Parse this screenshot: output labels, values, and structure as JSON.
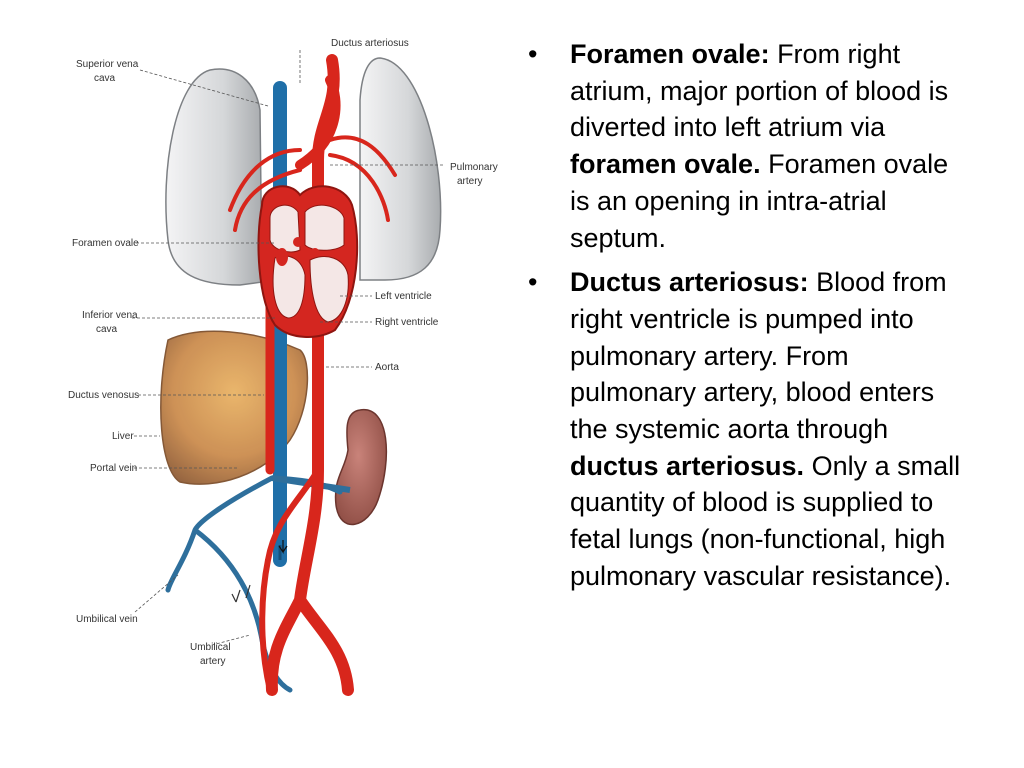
{
  "figure": {
    "labels": {
      "ductus_arteriosus": "Ductus arteriosus",
      "superior_vena_cava_1": "Superior vena",
      "superior_vena_cava_2": "cava",
      "pulmonary_artery_1": "Pulmonary",
      "pulmonary_artery_2": "artery",
      "foramen_ovale": "Foramen ovale",
      "left_ventricle": "Left ventricle",
      "right_ventricle": "Right ventricle",
      "inferior_vena_cava_1": "Inferior vena",
      "inferior_vena_cava_2": "cava",
      "aorta": "Aorta",
      "ductus_venosus": "Ductus venosus",
      "liver": "Liver",
      "portal_vein": "Portal vein",
      "umbilical_vein": "Umbilical vein",
      "umbilical_artery_1": "Umbilical",
      "umbilical_artery_2": "artery"
    },
    "colors": {
      "artery": "#d8261c",
      "vein": "#1f6fa8",
      "lung": "#d4d6d8",
      "liver": "#c97a3a",
      "kidney": "#a65a4c"
    }
  },
  "bullets": [
    {
      "term": "Foramen ovale:",
      "text1": " From right atrium, major portion of blood is diverted into left atrium via ",
      "bold2": "foramen ovale.",
      "text2": " Foramen ovale is an opening in intra-atrial septum."
    },
    {
      "term": "Ductus arteriosus:",
      "text1": " Blood from right ventricle is pumped into pulmonary artery. From pulmonary artery, blood enters the systemic aorta through ",
      "bold2": "ductus arteriosus.",
      "text2": " Only a small quantity of blood is supplied to fetal lungs (non-functional, high pulmonary vascular resistance)."
    }
  ],
  "bullet_symbol": "•"
}
